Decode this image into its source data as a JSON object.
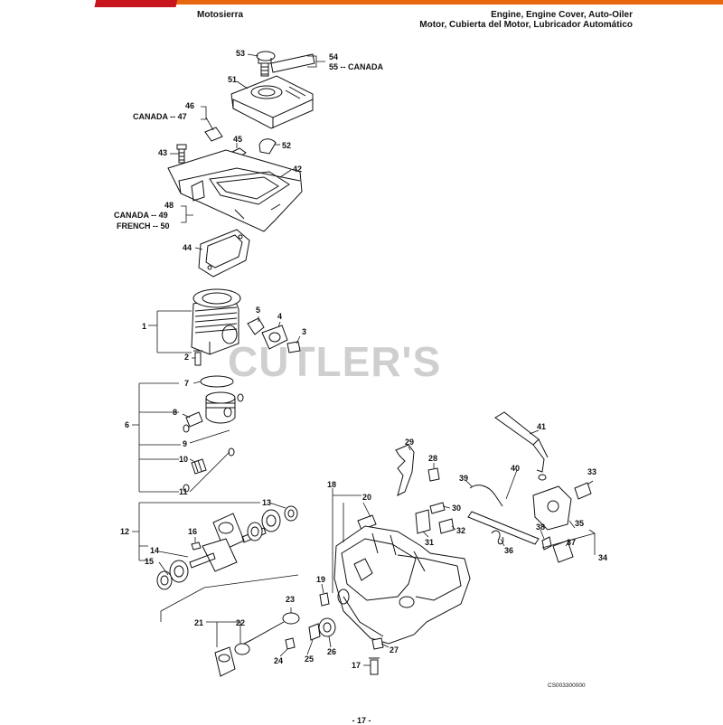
{
  "header": {
    "left": "Motosierra",
    "right_line1": "Engine, Engine Cover, Auto-Oiler",
    "right_line2": "Motor, Cubierta del Motor, Lubricador Automático"
  },
  "watermark": "CUTLER'S",
  "footer": {
    "code": "CS003300000",
    "page": "- 17 -"
  },
  "colors": {
    "brand_orange": "#e8660e",
    "brand_red": "#c8141c",
    "line": "#111111",
    "watermark": "#cfcfcf"
  },
  "region_labels": {
    "canada_55": "55 -- CANADA",
    "canada_47": "CANADA -- 47",
    "canada_49": "CANADA -- 49",
    "french_50": "FRENCH -- 50"
  },
  "callouts": {
    "n1": "1",
    "n2": "2",
    "n3": "3",
    "n4": "4",
    "n5": "5",
    "n6": "6",
    "n7": "7",
    "n8": "8",
    "n9": "9",
    "n10": "10",
    "n11": "11",
    "n12": "12",
    "n13": "13",
    "n14": "14",
    "n15": "15",
    "n16": "16",
    "n17": "17",
    "n18": "18",
    "n19": "19",
    "n20": "20",
    "n21": "21",
    "n22": "22",
    "n23": "23",
    "n24": "24",
    "n25": "25",
    "n26": "26",
    "n27": "27",
    "n28": "28",
    "n29": "29",
    "n30": "30",
    "n31": "31",
    "n32": "32",
    "n33": "33",
    "n34": "34",
    "n35": "35",
    "n36": "36",
    "n37": "37",
    "n38": "38",
    "n39": "39",
    "n40": "40",
    "n41": "41",
    "n42": "42",
    "n43": "43",
    "n44": "44",
    "n45": "45",
    "n46": "46",
    "n48": "48",
    "n51": "51",
    "n52": "52",
    "n53": "53",
    "n54": "54"
  }
}
